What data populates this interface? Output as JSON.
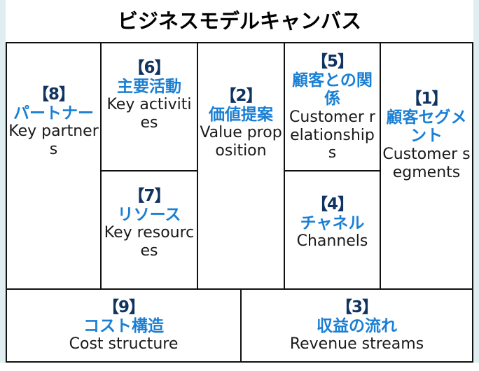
{
  "page": {
    "title": "ビジネスモデルキャンバス",
    "background_color": "#ffffff",
    "edge_strip_color": "#dfeef0",
    "border_color": "#111111",
    "number_color": "#10335f",
    "japanese_label_color": "#1a7fd4",
    "english_label_color": "#1a1a1a"
  },
  "blocks": [
    {
      "key": "key-partners",
      "number": "【8】",
      "jp": "パートナー",
      "en": "Key partners",
      "column": 1,
      "row": "full"
    },
    {
      "key": "key-activities",
      "number": "【6】",
      "jp": "主要活動",
      "en": "Key activities",
      "column": 2,
      "row": "top"
    },
    {
      "key": "key-resources",
      "number": "【7】",
      "jp": "リソース",
      "en": "Key resources",
      "column": 2,
      "row": "bottom"
    },
    {
      "key": "value-proposition",
      "number": "【2】",
      "jp": "価値提案",
      "en": "Value proposition",
      "column": 3,
      "row": "full"
    },
    {
      "key": "customer-relationships",
      "number": "【5】",
      "jp": "顧客との関係",
      "en": "Customer relationships",
      "column": 4,
      "row": "top"
    },
    {
      "key": "channels",
      "number": "【4】",
      "jp": "チャネル",
      "en": "Channels",
      "column": 4,
      "row": "bottom"
    },
    {
      "key": "customer-segments",
      "number": "【1】",
      "jp": "顧客セグメント",
      "en": "Customer segments",
      "column": 5,
      "row": "full"
    },
    {
      "key": "cost-structure",
      "number": "【9】",
      "jp": "コスト構造",
      "en": "Cost structure",
      "column": "bottom-left",
      "row": "footer"
    },
    {
      "key": "revenue-streams",
      "number": "【3】",
      "jp": "収益の流れ",
      "en": "Revenue streams",
      "column": "bottom-right",
      "row": "footer"
    }
  ]
}
